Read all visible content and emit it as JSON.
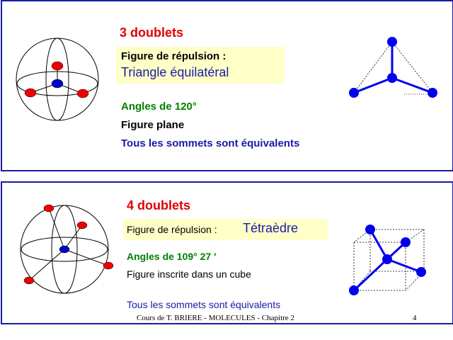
{
  "slide1": {
    "title": "3 doublets",
    "repulsion_label": "Figure de répulsion :",
    "shape": "Triangle équilatéral",
    "angles": "Angles de 120°",
    "figure": "Figure plane",
    "vertices": "Tous les sommets sont équivalents"
  },
  "slide2": {
    "title": "4 doublets",
    "repulsion_label": "Figure de répulsion :",
    "shape": "Tétraèdre",
    "angles": "Angles de 109° 27 '",
    "figure": "Figure inscrite dans un cube",
    "vertices": "Tous les sommets sont équivalents"
  },
  "footer": {
    "course": "Cours de T. BRIERE - MOLECULES - Chapitre 2",
    "page": "4"
  },
  "colors": {
    "frame": "#1a1aa6",
    "title": "#e00000",
    "highlight": "#ffffc8",
    "angles": "#008000",
    "central_atom": "#0000cc",
    "red_doublet": "#ee0000",
    "blue_vertex": "#0000ee"
  }
}
